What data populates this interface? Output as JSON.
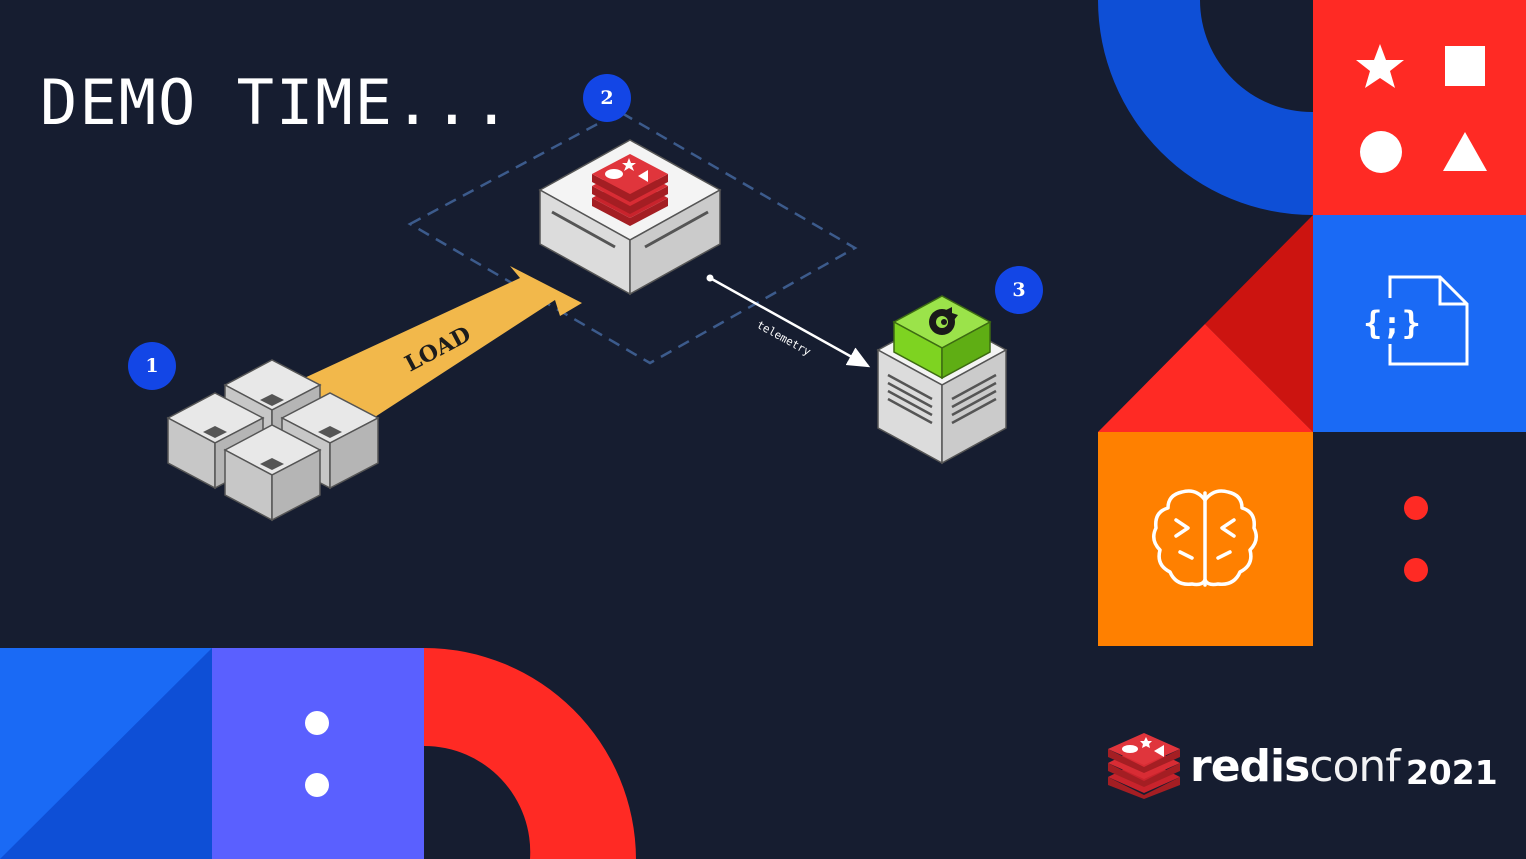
{
  "slide": {
    "title": "DEMO TIME...",
    "background": "#161d30"
  },
  "diagram": {
    "steps": [
      {
        "number": "1",
        "component": "load-generator-cluster"
      },
      {
        "number": "2",
        "component": "redis-server"
      },
      {
        "number": "3",
        "component": "grafana-monitoring-server"
      }
    ],
    "arrows": {
      "load_label": "LOAD",
      "telemetry_label": "telemetry"
    },
    "colors": {
      "badge": "#1346e6",
      "load_arrow": "#f2b84b",
      "redis_red": "#c8232c",
      "grafana_green": "#7ed321",
      "dashed_region": "#3c5b8c"
    },
    "icons": [
      "server-box-icon",
      "redis-logo-icon",
      "grafana-logo-icon"
    ]
  },
  "decor": {
    "tiles": [
      "shapes-tile",
      "json-file-tile",
      "brain-tile",
      "dots-tile"
    ],
    "json_icon_text": "{;}",
    "colors": {
      "red": "#ff2a24",
      "blue": "#1a6af5",
      "dark_blue": "#0e4fd6",
      "orange": "#ff8000",
      "violet": "#5a60ff"
    }
  },
  "brand": {
    "name_part1": "redis",
    "name_part2": "conf",
    "year": "2021"
  }
}
